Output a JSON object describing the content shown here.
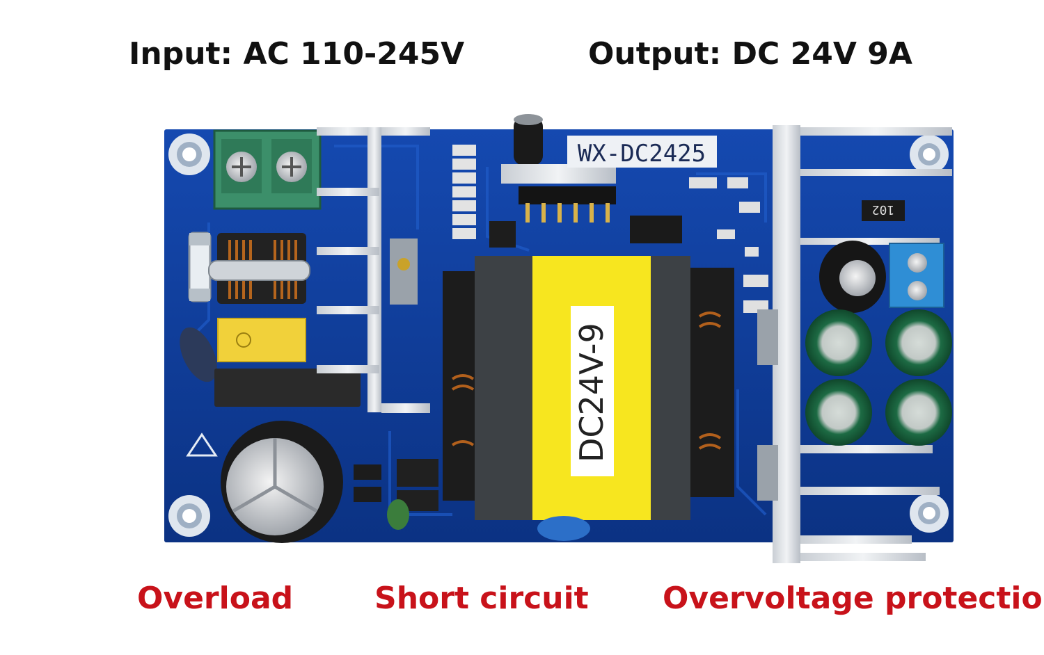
{
  "specs": {
    "input": "Input: AC 110-245V",
    "output": "Output: DC 24V   9A"
  },
  "board": {
    "model": "WX-DC2425",
    "transformer_label": "DC24V-9",
    "cap_label": "102",
    "pcb_color": "#0f3f9e",
    "heatsink_color": "#d9dde2",
    "transformer_tape_color": "#f7e61f"
  },
  "features": [
    "Overload",
    "Short circuit",
    "Overvoltage protection"
  ],
  "feature_color": "#c8121a"
}
